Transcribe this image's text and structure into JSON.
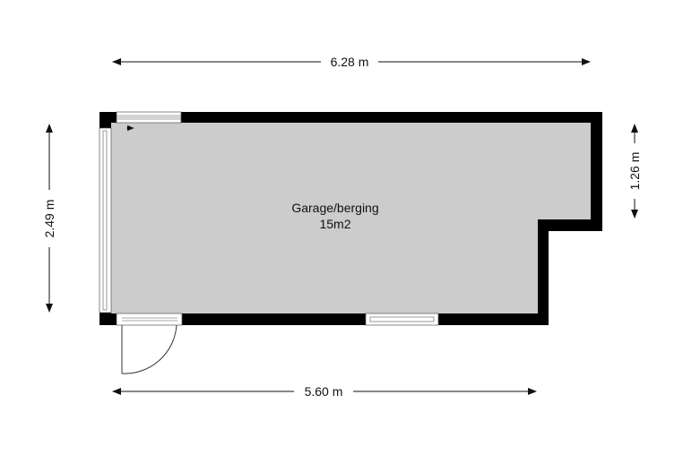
{
  "room": {
    "name": "Garage/berging",
    "area": "15m2"
  },
  "dimensions": {
    "top": "6.28 m",
    "bottom": "5.60 m",
    "left": "2.49 m",
    "right": "1.26 m"
  },
  "colors": {
    "wall": "#000000",
    "floor": "#cccccc",
    "line": "#111111"
  }
}
